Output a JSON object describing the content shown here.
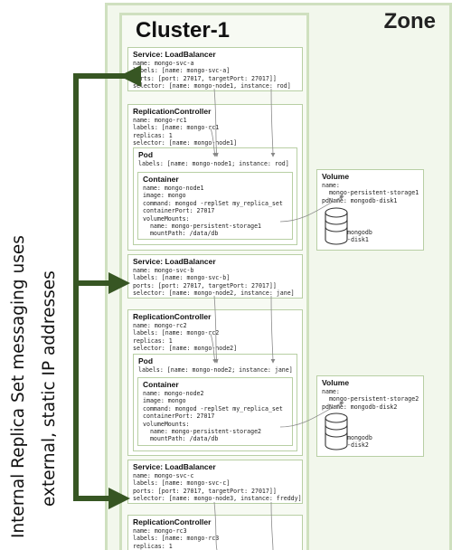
{
  "side_text": {
    "line1": "Internal Replica Set messaging uses",
    "line2": "external, static IP addresses"
  },
  "zone": {
    "title": "Zone"
  },
  "cluster": {
    "title": "Cluster-1"
  },
  "services": [
    {
      "title": "Service: LoadBalancer",
      "lines": [
        "name: mongo-svc-a",
        "labels: [name: mongo-svc-a]",
        "ports: [port: 27017, targetPort: 27017]]",
        "selector: [name: mongo-node1, instance: rod]"
      ]
    },
    {
      "title": "Service: LoadBalancer",
      "lines": [
        "name: mongo-svc-b",
        "labels: [name: mongo-svc-b]",
        "ports: [port: 27017, targetPort: 27017]]",
        "selector: [name: mongo-node2, instance: jane]"
      ]
    },
    {
      "title": "Service: LoadBalancer",
      "lines": [
        "name: mongo-svc-c",
        "labels: [name: mongo-svc-c]",
        "ports: [port: 27017, targetPort: 27017]]",
        "selector: [name: mongo-node3, instance: freddy]"
      ]
    }
  ],
  "controllers": [
    {
      "title": "ReplicationController",
      "lines": [
        "name: mongo-rc1",
        "labels: [name: mongo-rc1",
        "replicas: 1",
        "selector: [name: mongo-node1]"
      ]
    },
    {
      "title": "ReplicationController",
      "lines": [
        "name: mongo-rc2",
        "labels: [name: mongo-rc2",
        "replicas: 1",
        "selector: [name: mongo-node2]"
      ]
    },
    {
      "title": "ReplicationController",
      "lines": [
        "name: mongo-rc3",
        "labels: [name: mongo-rc3",
        "replicas: 1"
      ]
    }
  ],
  "pods": [
    {
      "title": "Pod",
      "lines": [
        "labels: [name: mongo-node1; instance: rod]"
      ]
    },
    {
      "title": "Pod",
      "lines": [
        "labels: [name: mongo-node2; instance: jane]"
      ]
    }
  ],
  "containers": [
    {
      "title": "Container",
      "lines": [
        "name: mongo-node1",
        "image: mongo",
        "command: mongod -replSet my_replica_set",
        "containerPort: 27017",
        "volumeMounts:",
        "  name: mongo-persistent-storage1",
        "  mountPath: /data/db"
      ]
    },
    {
      "title": "Container",
      "lines": [
        "name: mongo-node2",
        "image: mongo",
        "command: mongod -replSet my_replica_set",
        "containerPort: 27017",
        "volumeMounts:",
        "  name: mongo-persistent-storage2",
        "  mountPath: /data/db"
      ]
    }
  ],
  "volumes": [
    {
      "title": "Volume",
      "lines": [
        "name:",
        "  mongo-persistent-storage1",
        "pdName: mongodb-disk1"
      ],
      "disk": "mongodb\n-disk1"
    },
    {
      "title": "Volume",
      "lines": [
        "name:",
        "  mongo-persistent-storage2",
        "pdName: mongodb-disk2"
      ],
      "disk": "mongodb\n-disk2"
    }
  ],
  "colors": {
    "arrow": "#375623",
    "border": "#b8cfa4",
    "zone_fill": "#f2f7ec"
  }
}
